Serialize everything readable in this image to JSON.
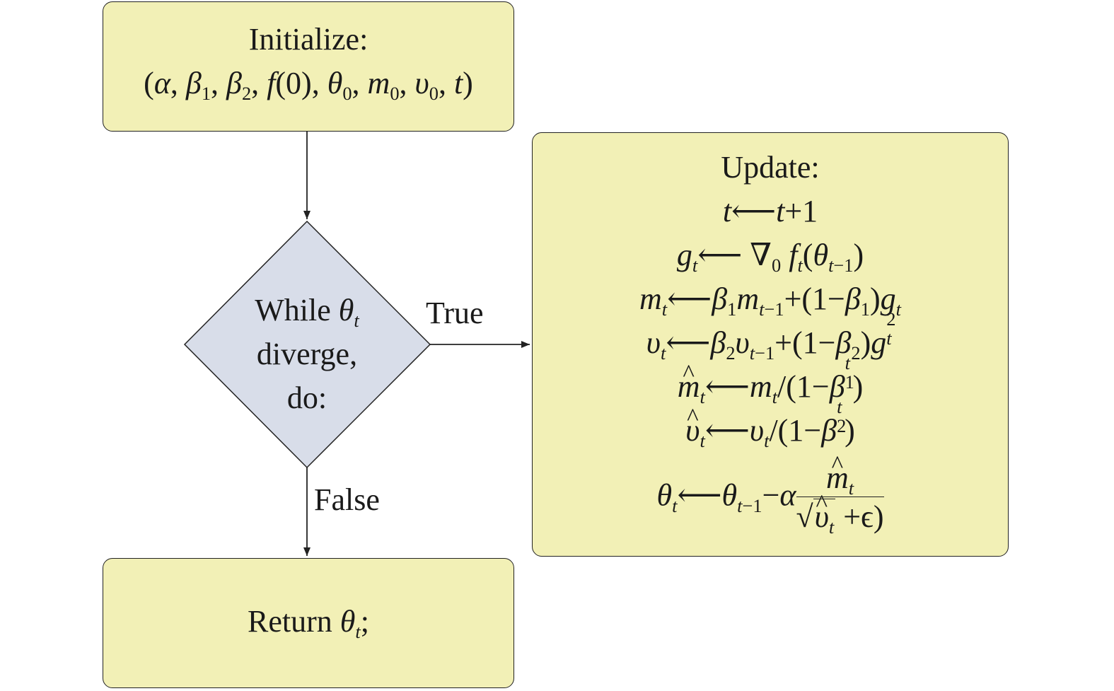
{
  "init": {
    "title": "Initialize:",
    "params": [
      "α",
      "β1",
      "β2",
      "f(0)",
      "θ0",
      "m0",
      "v0",
      "t"
    ]
  },
  "decision": {
    "line1": "While θt",
    "line2": "diverge,",
    "line3": "do:"
  },
  "edges": {
    "true_label": "True",
    "false_label": "False"
  },
  "update": {
    "title": "Update:",
    "steps": [
      "t←t+1",
      "gt← ∇0 ft(θt−1)",
      "mt←β1mt−1+(1−β1)gt",
      "vt←β2vt−1+(1−β2)gt2",
      "m̂t←mt/(1−β1t)",
      "v̂t←vt/(1−β2t)",
      "θt←θt−1−α m̂t / (√v̂t +ϵ)"
    ]
  },
  "result": {
    "text": "Return θt;"
  },
  "colors": {
    "box_fill": "#f2f0b6",
    "diamond_fill": "#d8dde9",
    "stroke": "#222222"
  }
}
